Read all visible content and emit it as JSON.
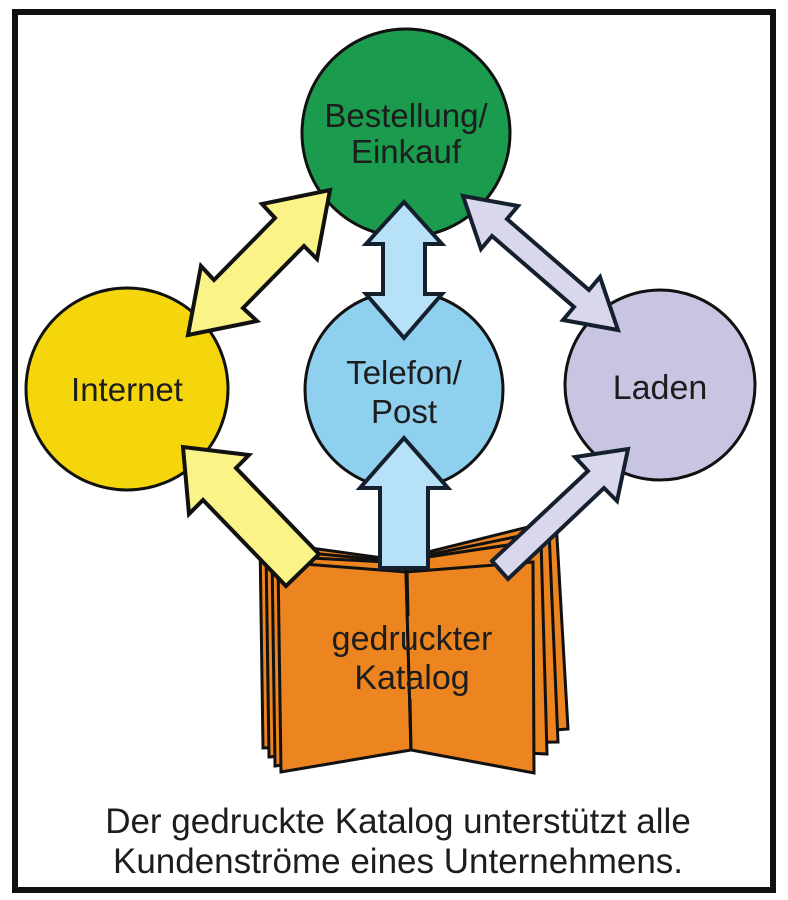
{
  "figure": {
    "nodes": {
      "bestellung": {
        "line1": "Bestellung/",
        "line2": "Einkauf",
        "color": "#1A9B4D"
      },
      "internet": {
        "label": "Internet",
        "color": "#F5D60D"
      },
      "telefon": {
        "line1": "Telefon/",
        "line2": "Post",
        "color": "#8FD0EF"
      },
      "laden": {
        "label": "Laden",
        "color": "#C7C5E1"
      },
      "katalog": {
        "line1": "gedruckter",
        "line2": "Katalog",
        "color": "#EC8420"
      }
    },
    "arrow_colors": {
      "yellow": "#F9F388",
      "blue": "#B7E1F6",
      "lavender": "#D9D7EC"
    },
    "outline_color": "#111111",
    "caption": {
      "line1": "Der gedruckte Katalog unterstützt alle",
      "line2": "Kundenströme eines Unternehmens."
    }
  }
}
